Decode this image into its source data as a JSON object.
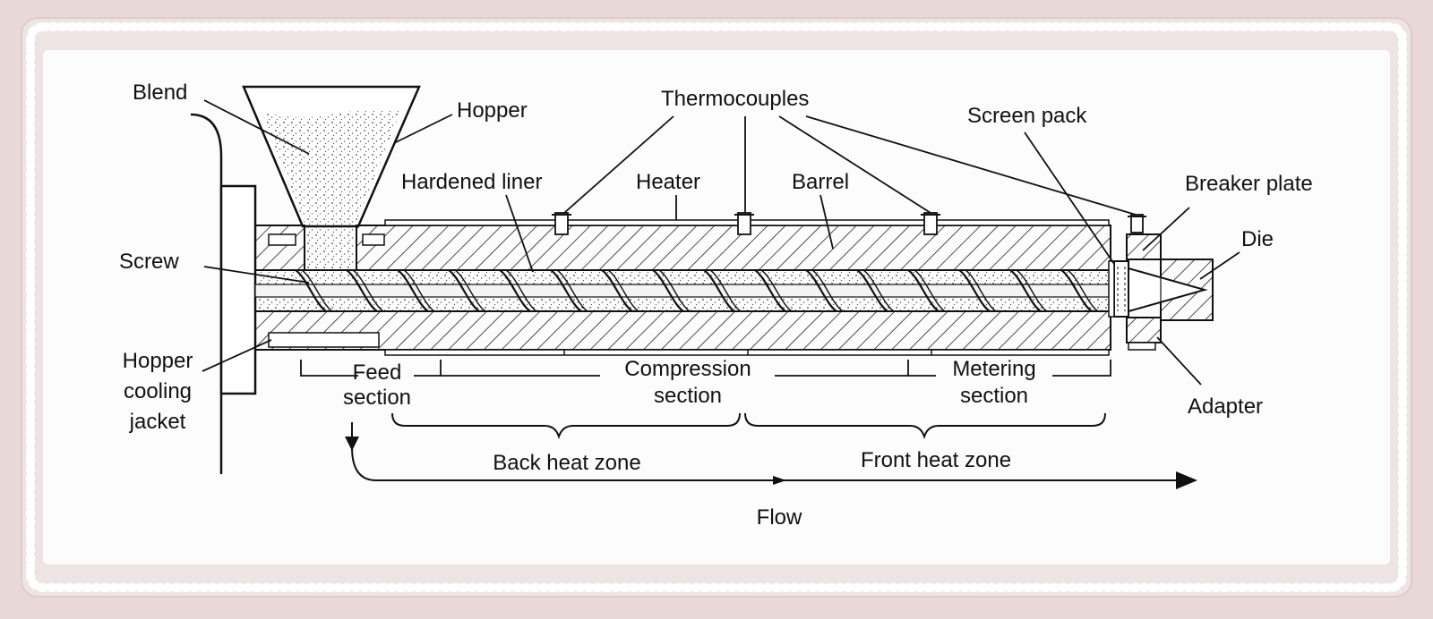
{
  "labels": {
    "blend": "Blend",
    "hopper": "Hopper",
    "thermocouples": "Thermocouples",
    "screen_pack": "Screen pack",
    "hardened_liner": "Hardened liner",
    "heater": "Heater",
    "barrel": "Barrel",
    "breaker_plate": "Breaker plate",
    "die": "Die",
    "screw": "Screw",
    "hopper_cooling_jacket": [
      "Hopper",
      "cooling",
      "jacket"
    ],
    "feed_section": [
      "Feed",
      "section"
    ],
    "compression_section": [
      "Compression",
      "section"
    ],
    "metering_section": [
      "Metering",
      "section"
    ],
    "adapter": "Adapter",
    "back_heat_zone": "Back heat zone",
    "front_heat_zone": "Front heat zone",
    "flow": "Flow"
  },
  "colors": {
    "page_bg": "#e9d8d8",
    "panel_bg": "#fdfcfc",
    "lace": "#e8dada",
    "ink": "#111111"
  }
}
